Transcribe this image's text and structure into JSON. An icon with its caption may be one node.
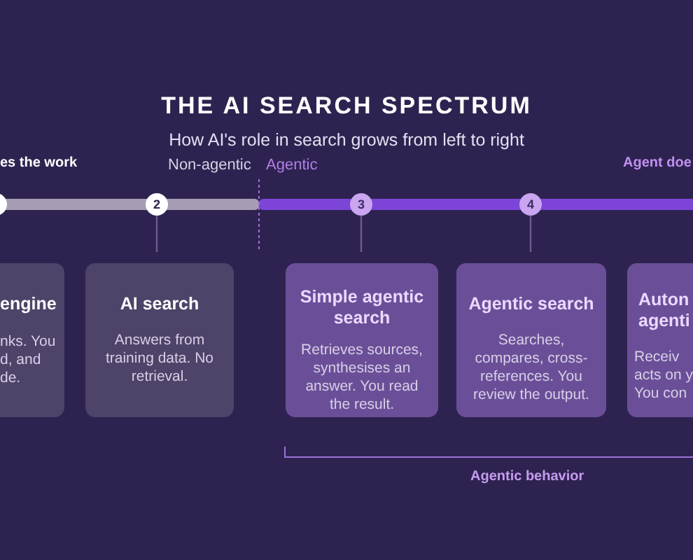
{
  "diagram": {
    "title": "THE AI SEARCH SPECTRUM",
    "caption": "How AI's role in search grows from left to right",
    "nodes": [
      {
        "text": [
          "2"
        ]
      },
      {
        "text": [
          "3"
        ]
      },
      {
        "text": [
          "4"
        ]
      },
      {
        "text": [
          "engine",
          "nks. You d, and de."
        ]
      },
      {
        "text": [
          "AI search",
          "Answers from training data. No retrieval."
        ]
      },
      {
        "text": [
          "Simple agentic search",
          "Retrieves sources, synthesises an answer. You read the result."
        ]
      },
      {
        "text": [
          "Agentic search",
          "Searches, compares, cross-references. You review the output."
        ]
      },
      {
        "text": [
          "Auton agenti",
          "Receiv acts on y You con"
        ]
      }
    ],
    "edges": [
      {
        "from": 0,
        "to": 4,
        "arrow": "none"
      },
      {
        "from": 1,
        "to": 5,
        "arrow": "none"
      },
      {
        "from": 2,
        "to": 6,
        "arrow": "none"
      }
    ],
    "labels": [
      "es the work",
      "Non-agentic",
      "Agentic",
      "Agent doe",
      "Agentic behavior"
    ]
  }
}
